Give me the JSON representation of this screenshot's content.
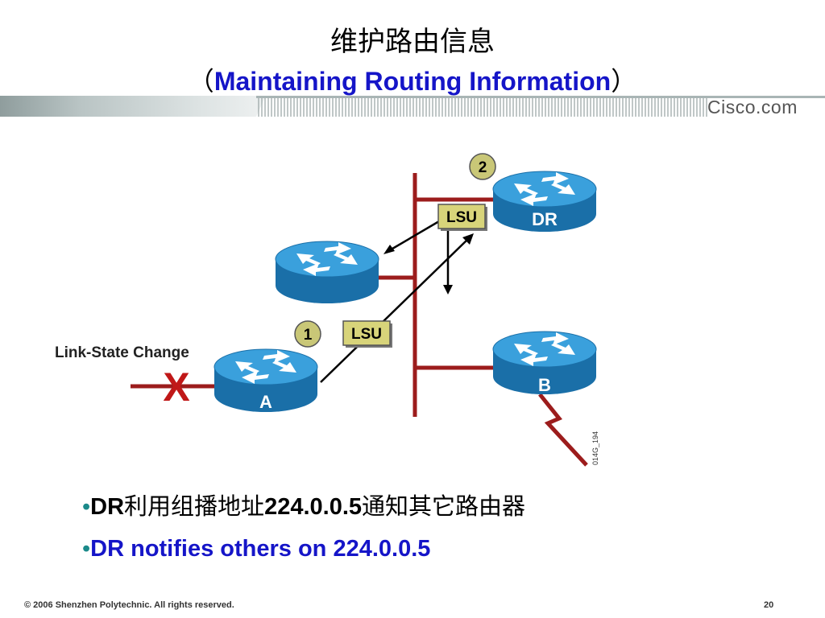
{
  "title": {
    "chinese": "维护路由信息",
    "paren_open": "（",
    "english": "Maintaining Routing Information",
    "paren_close": "）"
  },
  "logo": {
    "text": "Cisco.com"
  },
  "diagram": {
    "routers": {
      "dr_label": "DR",
      "a_label": "A",
      "b_label": "B"
    },
    "step_badges": [
      "1",
      "2"
    ],
    "lsu_labels": [
      "LSU",
      "LSU"
    ],
    "link_state_change": "Link-State Change",
    "failure_mark": "X",
    "figure_id": "014G_194",
    "colors": {
      "router": "#1a7fc1",
      "router_top": "#3aa0dc",
      "segment": "#9c1c1c",
      "badge": "#c9c777",
      "lsu_box": "#d8d47a",
      "failure": "#c01818"
    }
  },
  "bullets": [
    {
      "bullet": "•",
      "parts": [
        "DR",
        "利用组播地址",
        "224.0.0.5",
        "通知其它路由器"
      ]
    },
    {
      "bullet": "•",
      "text": "DR notifies others on 224.0.0.5"
    }
  ],
  "footer": {
    "copyright": "© 2006 Shenzhen Polytechnic. All rights reserved.",
    "page_number": "20"
  }
}
